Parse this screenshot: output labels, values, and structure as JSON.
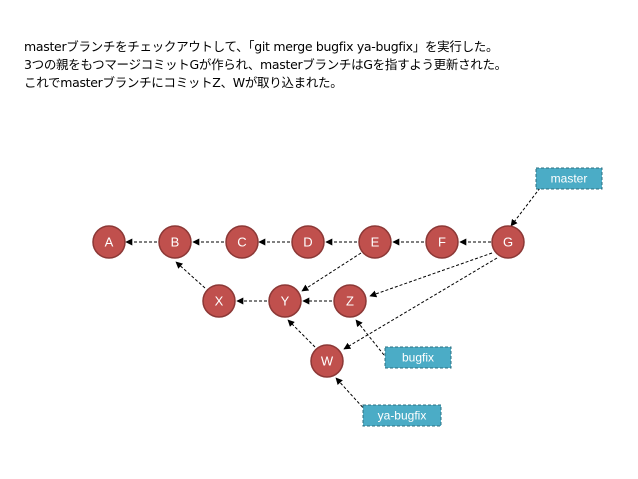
{
  "caption": {
    "lines": [
      "masterブランチをチェックアウトして、「git merge bugfix ya-bugfix」を実行した。",
      "3つの親をもつマージコミットGが作られ、masterブランチはGを指すよう更新された。",
      "これでmasterブランチにコミットZ、Wが取り込まれた。"
    ]
  },
  "commits": {
    "A": "A",
    "B": "B",
    "C": "C",
    "D": "D",
    "E": "E",
    "F": "F",
    "G": "G",
    "X": "X",
    "Y": "Y",
    "Z": "Z",
    "W": "W"
  },
  "branches": {
    "master": "master",
    "bugfix": "bugfix",
    "ya_bugfix": "ya-bugfix"
  },
  "colors": {
    "commit_fill": "#c0504d",
    "branch_fill": "#4bacc6"
  }
}
